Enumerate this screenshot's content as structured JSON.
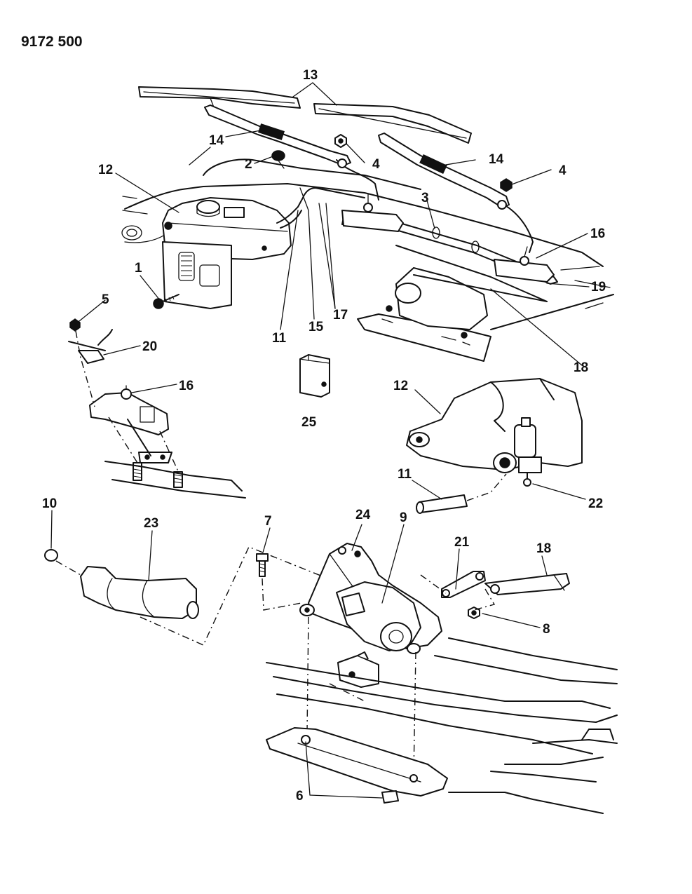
{
  "reference_number": "9172 500",
  "callouts": {
    "c1": "1",
    "c2": "2",
    "c3": "3",
    "c4a": "4",
    "c4b": "4",
    "c5": "5",
    "c6": "6",
    "c7": "7",
    "c8": "8",
    "c9": "9",
    "c10": "10",
    "c11a": "11",
    "c11b": "11",
    "c12a": "12",
    "c12b": "12",
    "c13": "13",
    "c14a": "14",
    "c14b": "14",
    "c15": "15",
    "c16a": "16",
    "c16b": "16",
    "c17": "17",
    "c18a": "18",
    "c18b": "18",
    "c19": "19",
    "c20": "20",
    "c21": "21",
    "c22": "22",
    "c23": "23",
    "c24": "24",
    "c25": "25"
  }
}
